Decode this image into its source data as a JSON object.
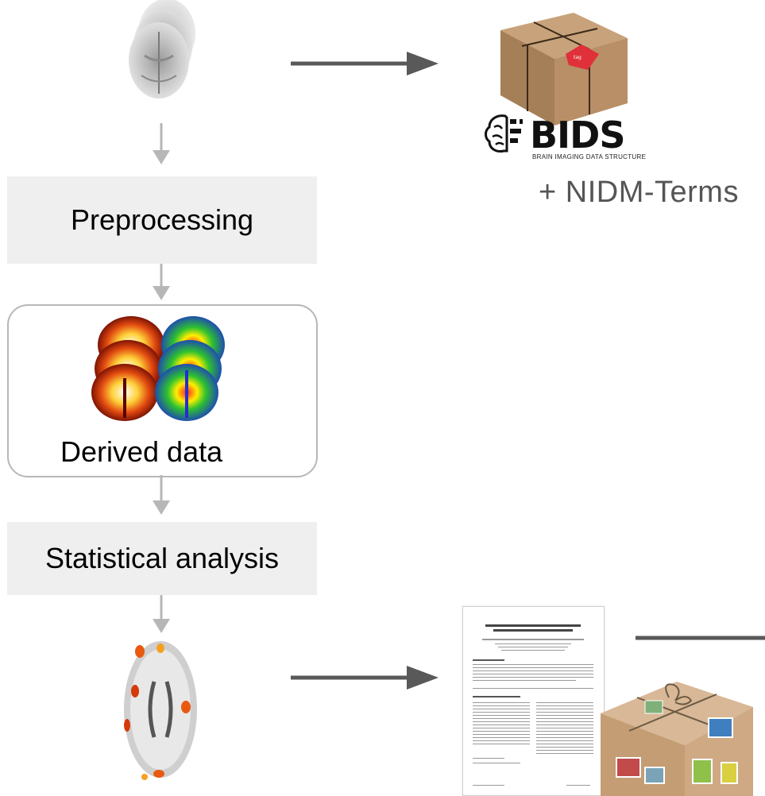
{
  "steps": {
    "preprocessing": "Preprocessing",
    "derived": "Derived data",
    "stats": "Statistical analysis"
  },
  "bids": {
    "title": "BIDS",
    "subtitle": "BRAIN IMAGING DATA STRUCTURE",
    "nidm": "+ NIDM-Terms"
  },
  "colors": {
    "arrow": "#595959",
    "arrow_light": "#b7b7b7",
    "box_fill": "#efefef",
    "box_border": "#b7b7b7"
  },
  "icons": {
    "raw_scan": "brain-mri-stack-icon",
    "package": "parcel-package-icon",
    "derived_maps": "brain-maps-icon",
    "result_map": "brain-activation-icon",
    "paper": "paper-document-icon",
    "stamped_package": "stamped-parcel-icon"
  }
}
